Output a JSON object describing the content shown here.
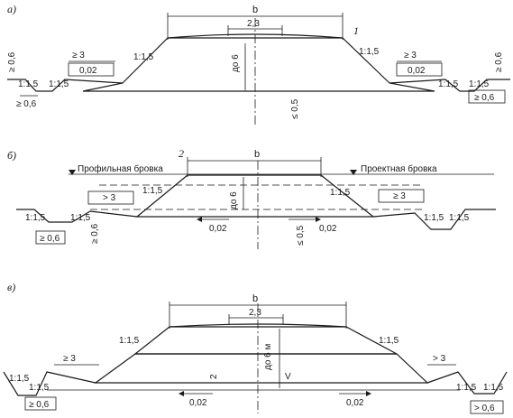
{
  "panels": {
    "a": {
      "tag": "а)",
      "b": "b",
      "crown": "2,3",
      "marker": "1",
      "slope_left_top": "1:1,5",
      "slope_right_top": "1:1,5",
      "slope_left_ditch_a": "1:1,5",
      "slope_left_ditch_b": "1:1,5",
      "slope_right_ditch_a": "1:1,5",
      "slope_right_ditch_b": "1:1,5",
      "berm_left_w": "≥ 3",
      "berm_right_w": "≥ 3",
      "grade_left": "0,02",
      "grade_right": "0,02",
      "depth_left": "≥ 0,6",
      "depth_right": "≥ 0,6",
      "ditch_w_left": "≥ 0,6",
      "ditch_w_right": "≥ 0,6",
      "height": "до 6",
      "sub": "≤ 0,5"
    },
    "b": {
      "tag": "б)",
      "b": "b",
      "marker": "2",
      "profile_edge": "Профильная бровка",
      "design_edge": "Проектная бровка",
      "slope_left": "1:1,5",
      "slope_right": "1:1,5",
      "slope_left_ditch_a": "1:1,5",
      "slope_left_ditch_b": "1:1,5",
      "slope_right_ditch_a": "1:1,5",
      "slope_right_ditch_b": "1:1,5",
      "berm_left_w": "> 3",
      "berm_right_w": "≥ 3",
      "grade_left": "0,02",
      "grade_right": "0,02",
      "depth_left": "≥ 0,6",
      "ditch_w_left": "≥ 0,6",
      "height": "до 6",
      "sub": "≤ 0,5"
    },
    "c": {
      "tag": "в)",
      "b": "b",
      "crown": "2,3",
      "slope_left": "1:1,5",
      "slope_right": "1:1,5",
      "slope_left_ditch_a": "1:1,5",
      "slope_left_ditch_b": "1:1,5",
      "slope_right_ditch_a": "1:1,5",
      "slope_right_ditch_b": "1:1,5",
      "berm_left_w": "≥ 3",
      "berm_right_w": "> 3",
      "grade_left": "0,02",
      "grade_right": "0,02",
      "ditch_w_left": "≥ 0,6",
      "ditch_w_right": "> 0,6",
      "height": "до 6 м",
      "lower_h": "2",
      "sub": "V"
    }
  }
}
